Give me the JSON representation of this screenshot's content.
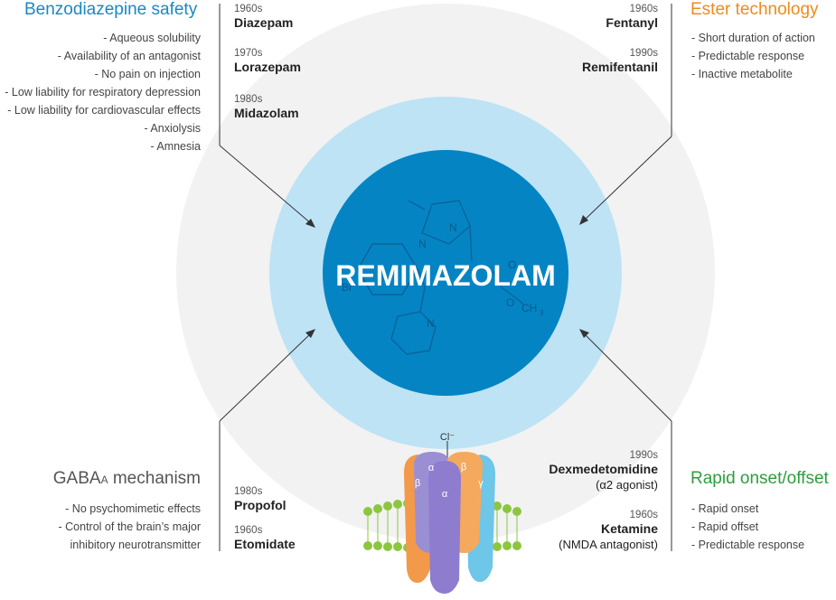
{
  "center": {
    "label": "REMIMAZOLAM"
  },
  "quadrants": {
    "top_left": {
      "title": "Benzodiazepine safety",
      "items": [
        "- Aqueous solubility",
        "- Availability of an antagonist",
        "- No pain on injection",
        "- Low liability for respiratory depression",
        "- Low liability for cardiovascular effects",
        "- Anxiolysis",
        "- Amnesia"
      ],
      "drugs": [
        {
          "era": "1960s",
          "name": "Diazepam"
        },
        {
          "era": "1970s",
          "name": "Lorazepam"
        },
        {
          "era": "1980s",
          "name": "Midazolam"
        }
      ]
    },
    "top_right": {
      "title": "Ester technology",
      "items": [
        "- Short duration of action",
        "- Predictable response",
        "- Inactive metabolite"
      ],
      "drugs": [
        {
          "era": "1960s",
          "name": "Fentanyl"
        },
        {
          "era": "1990s",
          "name": "Remifentanil"
        }
      ]
    },
    "bottom_left": {
      "title_main": "GABA",
      "title_sub": "A",
      "title_rest": " mechanism",
      "items": [
        "- No psychomimetic effects",
        "- Control of the brain’s major",
        "inhibitory neurotransmitter"
      ],
      "drugs": [
        {
          "era": "1980s",
          "name": "Propofol"
        },
        {
          "era": "1960s",
          "name": "Etomidate"
        }
      ]
    },
    "bottom_right": {
      "title": "Rapid onset/offset",
      "items": [
        "- Rapid onset",
        "- Rapid offset",
        "- Predictable response"
      ],
      "drugs": [
        {
          "era": "1990s",
          "name": "Dexmedetomidine",
          "note": "(α2 agonist)"
        },
        {
          "era": "1960s",
          "name": "Ketamine",
          "note": "(NMDA antagonist)"
        }
      ]
    }
  },
  "receptor": {
    "ion": "Cl⁻",
    "subunits": [
      "α",
      "β",
      "α",
      "β",
      "γ"
    ]
  },
  "molecule": {
    "atoms": [
      "N",
      "N",
      "N",
      "O",
      "O",
      "CH",
      "3",
      "Br"
    ]
  },
  "colors": {
    "benzo": "#1a87c6",
    "ester": "#f08a1d",
    "gaba": "#555555",
    "rapid": "#2e9e3c",
    "outer_ring": "#f2f2f2",
    "middle_ring": "#bde3f5",
    "core": "#0584c4"
  }
}
